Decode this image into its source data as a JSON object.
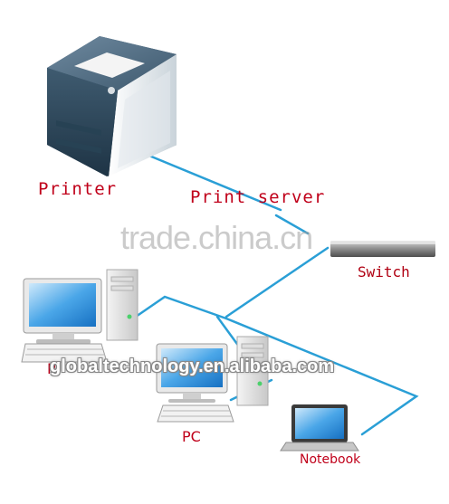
{
  "labels": {
    "printer": "Printer",
    "print_server": "Print server",
    "switch": "Switch",
    "pc_left": "P",
    "pc_center": "PC",
    "notebook": "Notebook"
  },
  "watermarks": {
    "trade": "trade.china.cn",
    "global": "globaltechnology.en.alibaba.com"
  },
  "colors": {
    "cable": "#2a9fd6",
    "label": "#c0001a",
    "printer_body": "#2e4a5e"
  },
  "icons": [
    "printer-icon",
    "switch-icon",
    "pc-icon",
    "notebook-icon"
  ]
}
